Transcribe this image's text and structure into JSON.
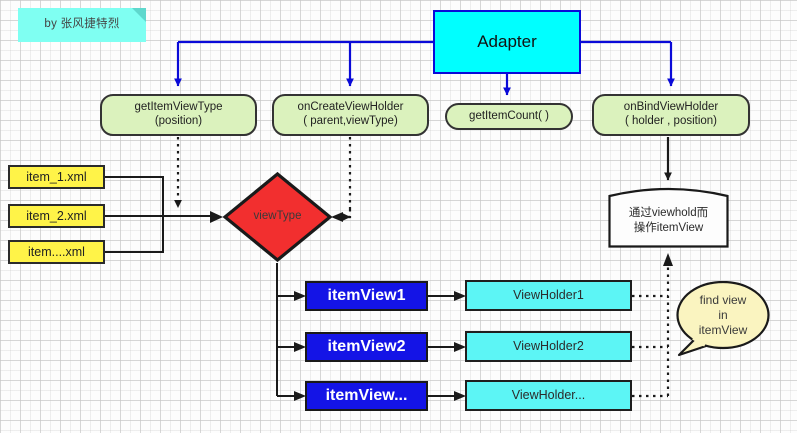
{
  "watermark": {
    "text": "by 张风捷特烈"
  },
  "adapter": {
    "label": "Adapter"
  },
  "methods": [
    {
      "name": "getItemViewType",
      "line1": "getItemViewType",
      "line2": "(position)"
    },
    {
      "name": "onCreateViewHolder",
      "line1": "onCreateViewHolder",
      "line2": "( parent,viewType)"
    },
    {
      "name": "getItemCount",
      "line1": "getItemCount( )",
      "line2": ""
    },
    {
      "name": "onBindViewHolder",
      "line1": "onBindViewHolder",
      "line2": "( holder , position)"
    }
  ],
  "layouts": [
    {
      "label": "item_1.xml"
    },
    {
      "label": "item_2.xml"
    },
    {
      "label": "item....xml"
    }
  ],
  "decision": {
    "label": "viewType"
  },
  "item_views": [
    {
      "label": "itemView1"
    },
    {
      "label": "itemView2"
    },
    {
      "label": "itemView..."
    }
  ],
  "view_holders": [
    {
      "label": "ViewHolder1"
    },
    {
      "label": "ViewHolder2"
    },
    {
      "label": "ViewHolder..."
    }
  ],
  "document_note": {
    "line1": "通过viewhold而",
    "line2": "操作itemView"
  },
  "callout": {
    "line1": "find view",
    "line2": "in",
    "line3": "itemView"
  },
  "colors": {
    "adapter_fill": "#00FFFF",
    "adapter_border": "#0A0AD8",
    "method_fill": "#DBF2BD",
    "layout_fill": "#FFF348",
    "decision_fill": "#F22F2F",
    "item_view_fill": "#1414E6",
    "view_holder_fill": "#5CF5F5",
    "callout_fill": "#FAF4C0",
    "watermark_fill": "#7FFFF2",
    "connector_blue": "#0A0AD8",
    "connector_black": "#1a1a1a"
  }
}
